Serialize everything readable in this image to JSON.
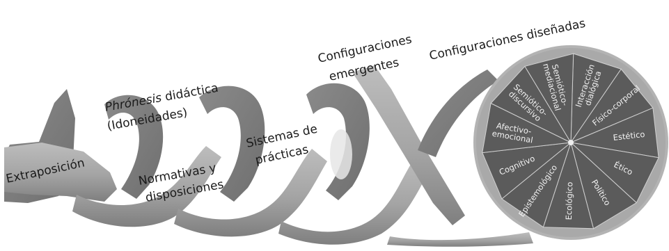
{
  "labels": {
    "extraposicion": "Extraposición",
    "phronesis_italic": "Phrónesis",
    "phronesis_rest": " didáctica",
    "idoneidades": "(Idoneidades)",
    "normativas_1": "Normativas y",
    "normativas_2": "disposiciones",
    "sistemas_1": "Sistemas de",
    "sistemas_2": "prácticas",
    "emergentes_1": "Configuraciones",
    "emergentes_2": "emergentes",
    "disenadas": "Configuraciones diseñadas"
  },
  "wheel": {
    "segments": [
      [
        "Interacción",
        "dialógica"
      ],
      [
        "Físico-corporal"
      ],
      [
        "Estético"
      ],
      [
        "Ético"
      ],
      [
        "Político"
      ],
      [
        "Ecológico"
      ],
      [
        "Epistemológico"
      ],
      [
        "Cognitivo"
      ],
      [
        "Afectivo-",
        "emocional"
      ],
      [
        "Semiótico-",
        "discursivo"
      ],
      [
        "Semiótico-",
        "mediacional"
      ]
    ]
  },
  "colors": {
    "spiral": "#a7a7a7",
    "spiral_shadow": "#7d7d7d",
    "wheel_fill": "#5b5b5b",
    "wheel_rim": "#b3b3b3",
    "wheel_text": "#f2f2f2",
    "label_text": "#1a1a1a"
  }
}
